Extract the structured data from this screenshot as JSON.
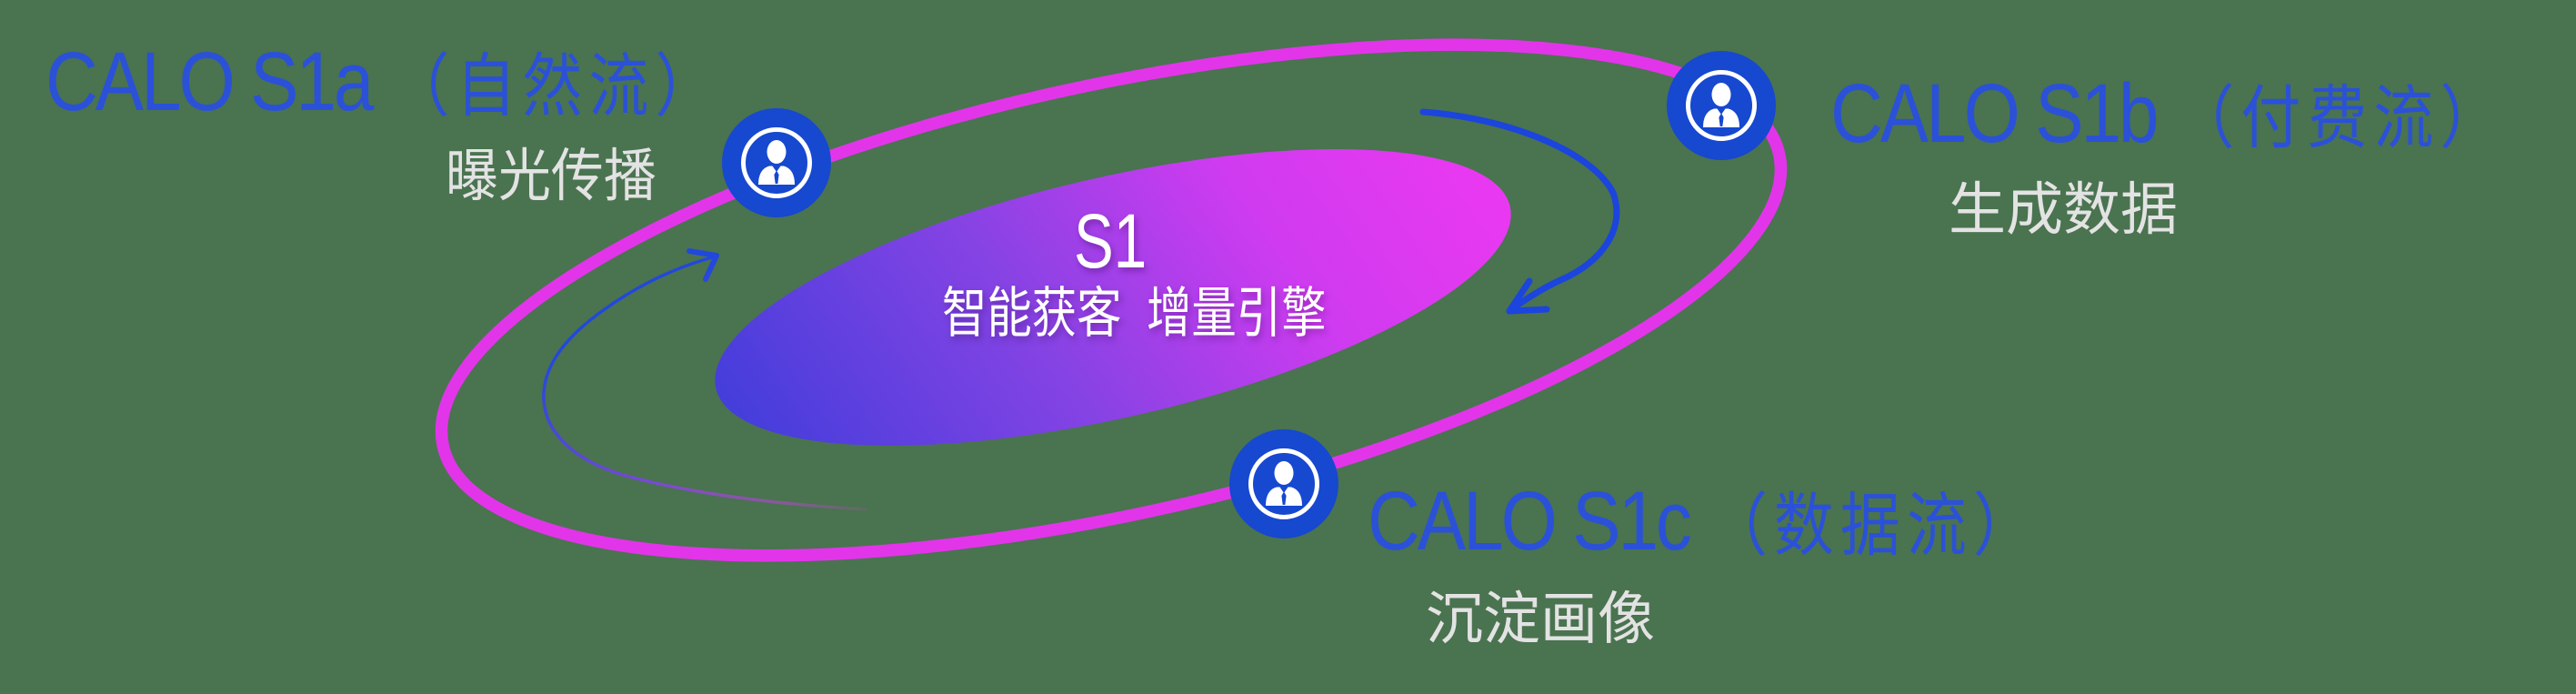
{
  "background_color": "#4A7350",
  "diagram": {
    "center": {
      "title": "S1",
      "subtitle": "智能获客  增量引擎"
    },
    "nodes": [
      {
        "id": "s1a",
        "title_latin": "CALO S1a",
        "title_cjk": "（自然流）",
        "caption": "曝光传播"
      },
      {
        "id": "s1b",
        "title_latin": "CALO S1b",
        "title_cjk": "（付费流）",
        "caption": "生成数据"
      },
      {
        "id": "s1c",
        "title_latin": "CALO S1c",
        "title_cjk": "（数据流）",
        "caption": "沉淀画像"
      }
    ],
    "colors": {
      "heading_blue": "#2B51D8",
      "caption_grey": "#E3E3E3",
      "ring_magenta": "#E235E9",
      "icon_blue": "#1648D0",
      "arrow_blue": "#1B45DC",
      "ellipse_gradient_start": "#3D3DDA",
      "ellipse_gradient_end": "#EE38F1"
    }
  }
}
